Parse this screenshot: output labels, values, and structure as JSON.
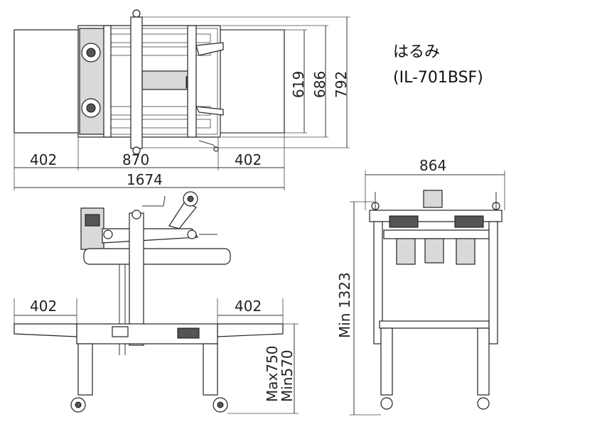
{
  "title": {
    "product_name": "はるみ",
    "model": "(IL-701BSF)"
  },
  "top_view": {
    "dim_left": "402",
    "dim_center": "870",
    "dim_right": "402",
    "dim_total": "1674",
    "dim_619": "619",
    "dim_686": "686",
    "dim_792": "792"
  },
  "side_view": {
    "dim_left": "402",
    "dim_right": "402",
    "dim_max": "Max750",
    "dim_min": "Min570"
  },
  "front_view": {
    "dim_width": "864",
    "dim_height": "Min 1323"
  }
}
